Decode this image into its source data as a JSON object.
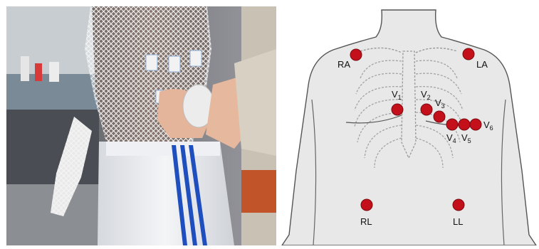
{
  "photo": {
    "description_icon": "photo-of-patient-wearing-electrode-mesh-vest"
  },
  "diagram": {
    "electrode_color": "#c4101a",
    "skin_color": "#e8e8e8",
    "electrodes": [
      {
        "id": "RA",
        "label": "RA"
      },
      {
        "id": "LA",
        "label": "LA"
      },
      {
        "id": "V1",
        "label": "V",
        "sub": "1"
      },
      {
        "id": "V2",
        "label": "V",
        "sub": "2"
      },
      {
        "id": "V3",
        "label": "V",
        "sub": "3"
      },
      {
        "id": "V4",
        "label": "V",
        "sub": "4"
      },
      {
        "id": "V5",
        "label": "V",
        "sub": "5"
      },
      {
        "id": "V6",
        "label": "V",
        "sub": "6"
      },
      {
        "id": "RL",
        "label": "RL"
      },
      {
        "id": "LL",
        "label": "LL"
      }
    ]
  }
}
